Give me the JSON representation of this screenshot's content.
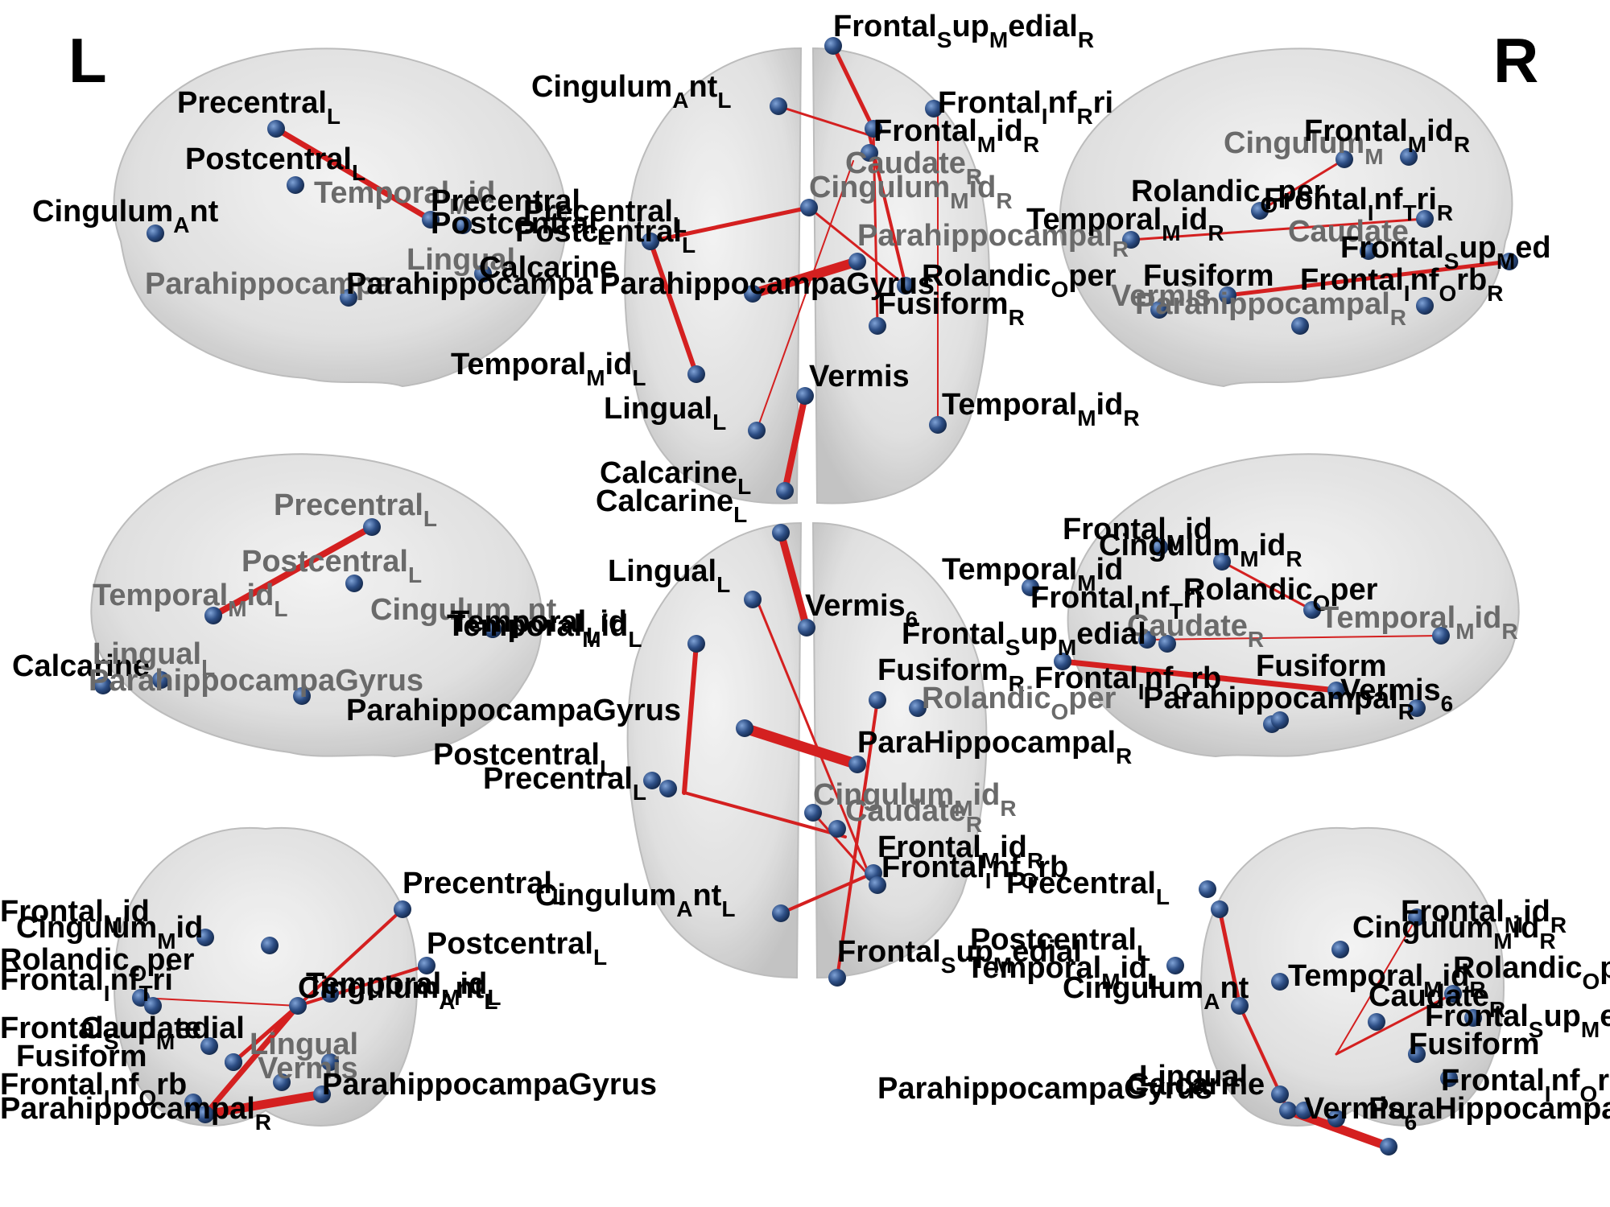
{
  "hemisphere_labels": {
    "left": "L",
    "right": "R"
  },
  "colors": {
    "edge": "#d42020",
    "node": "#2e4f86",
    "brain": "#d9d9d9"
  },
  "views": [
    {
      "id": "left-sagittal-top",
      "labels": [
        {
          "text": "Precentral",
          "sub": "L",
          "node": true,
          "dim": false
        },
        {
          "text": "Postcentral",
          "sub": "L",
          "node": true,
          "dim": false
        },
        {
          "text": "Temporal",
          "sub": "M",
          "tail": "id",
          "node": true,
          "dim": true
        },
        {
          "text": "Cingulum",
          "sub": "A",
          "tail": "nt",
          "node": true,
          "dim": false
        },
        {
          "text": "Lingual",
          "sub": "",
          "node": true,
          "dim": true
        },
        {
          "text": "Parahippocampa",
          "sub": "",
          "node": true,
          "dim": true
        },
        {
          "text": "Parahippocampa",
          "sub": "",
          "node": false,
          "dim": false
        },
        {
          "text": "Precentral",
          "sub": "",
          "node": false,
          "dim": false
        },
        {
          "text": "Postcentral",
          "sub": "L",
          "node": true,
          "dim": false
        },
        {
          "text": "Calcarine",
          "sub": "",
          "node": false,
          "dim": false
        }
      ]
    },
    {
      "id": "axial-top",
      "labels": [
        {
          "text": "Frontal",
          "sub": "S",
          "tail": "up",
          "sub2": "M",
          "tail2": "edial",
          "sub3": "R",
          "node": true,
          "dim": false
        },
        {
          "text": "Cingulum",
          "sub": "A",
          "tail": "nt",
          "sub2": "L",
          "node": true,
          "dim": false
        },
        {
          "text": "Frontal",
          "sub": "M",
          "tail": "id",
          "sub2": "R",
          "node": true,
          "dim": false
        },
        {
          "text": "Frontal",
          "sub": "I",
          "tail": "nf",
          "sub2": "R",
          "tail2": "ri",
          "node": true,
          "dim": false
        },
        {
          "text": "Caudate",
          "sub": "R",
          "node": true,
          "dim": true
        },
        {
          "text": "Cingulum",
          "sub": "M",
          "tail": "id",
          "sub2": "R",
          "node": true,
          "dim": true
        },
        {
          "text": "Precentral",
          "sub": "L",
          "node": true,
          "dim": false
        },
        {
          "text": "Postcentral",
          "sub": "L",
          "node": true,
          "dim": false
        },
        {
          "text": "Parahippocampal",
          "sub": "R",
          "node": true,
          "dim": true
        },
        {
          "text": "ParahippocampaGyrus",
          "sub": "",
          "node": true,
          "dim": false
        },
        {
          "text": "Rolandic",
          "sub": "O",
          "tail": "per",
          "node": true,
          "dim": false
        },
        {
          "text": "Fusiform",
          "sub": "R",
          "node": true,
          "dim": false
        },
        {
          "text": "Temporal",
          "sub": "M",
          "tail": "id",
          "sub2": "L",
          "node": true,
          "dim": false
        },
        {
          "text": "Vermis",
          "sub": "",
          "node": true,
          "dim": false
        },
        {
          "text": "Lingual",
          "sub": "L",
          "node": true,
          "dim": false
        },
        {
          "text": "Temporal",
          "sub": "M",
          "tail": "id",
          "sub2": "R",
          "node": true,
          "dim": false
        },
        {
          "text": "Calcarine",
          "sub": "L",
          "node": true,
          "dim": false
        }
      ]
    },
    {
      "id": "right-sagittal-top",
      "labels": [
        {
          "text": "Cingulum",
          "sub": "M",
          "node": true,
          "dim": true
        },
        {
          "text": "Frontal",
          "sub": "M",
          "tail": "id",
          "sub2": "R",
          "node": true,
          "dim": false
        },
        {
          "text": "Rolandic",
          "sub": "O",
          "tail": "per",
          "node": true,
          "dim": false
        },
        {
          "text": "Frontal",
          "sub": "I",
          "tail": "nf",
          "sub2": "T",
          "tail2": "ri",
          "sub3": "R",
          "node": true,
          "dim": false
        },
        {
          "text": "Temporal",
          "sub": "M",
          "tail": "id",
          "sub2": "R",
          "node": true,
          "dim": false
        },
        {
          "text": "Caudate",
          "sub": "",
          "node": true,
          "dim": true
        },
        {
          "text": "Frontal",
          "sub": "S",
          "tail": "up",
          "sub2": "M",
          "tail2": "ed",
          "node": true,
          "dim": false
        },
        {
          "text": "Fusiform",
          "sub": "",
          "node": true,
          "dim": false
        },
        {
          "text": "Vermis",
          "sub": "",
          "node": true,
          "dim": true
        },
        {
          "text": "Frontal",
          "sub": "I",
          "tail": "nf",
          "sub2": "O",
          "tail2": "rb",
          "sub3": "R",
          "node": true,
          "dim": false
        },
        {
          "text": "Parahippocampal",
          "sub": "R",
          "node": true,
          "dim": true
        }
      ]
    },
    {
      "id": "left-sagittal-middle",
      "labels": [
        {
          "text": "Precentral",
          "sub": "L",
          "node": true,
          "dim": true
        },
        {
          "text": "Postcentral",
          "sub": "L",
          "node": true,
          "dim": true
        },
        {
          "text": "Temporal",
          "sub": "M",
          "tail": "id",
          "sub2": "L",
          "node": true,
          "dim": true
        },
        {
          "text": "Cingulum",
          "sub": "A",
          "tail": "nt",
          "node": true,
          "dim": true
        },
        {
          "text": "Temporal",
          "sub": "L",
          "tail": "id",
          "node": true,
          "dim": false
        },
        {
          "text": "Calcarine",
          "sub": "",
          "node": true,
          "dim": false
        },
        {
          "text": "Lingual",
          "sub": "L",
          "node": true,
          "dim": true
        },
        {
          "text": "ParahippocampaGyrus",
          "sub": "",
          "node": true,
          "dim": true
        }
      ]
    },
    {
      "id": "axial-bottom",
      "labels": [
        {
          "text": "Calcarine",
          "sub": "L",
          "node": true,
          "dim": false
        },
        {
          "text": "Lingual",
          "sub": "L",
          "node": true,
          "dim": false
        },
        {
          "text": "Vermis",
          "sub": "6",
          "node": true,
          "dim": false
        },
        {
          "text": "Temporal",
          "sub": "M",
          "tail": "id",
          "sub2": "L",
          "node": true,
          "dim": false
        },
        {
          "text": "Fusiform",
          "sub": "R",
          "node": true,
          "dim": false
        },
        {
          "text": "Rolandic",
          "sub": "O",
          "tail": "per",
          "node": true,
          "dim": true
        },
        {
          "text": "ParahippocampaGyrus",
          "sub": "",
          "node": true,
          "dim": false
        },
        {
          "text": "ParaHippocampal",
          "sub": "R",
          "node": true,
          "dim": false
        },
        {
          "text": "Postcentral",
          "sub": "L",
          "node": true,
          "dim": false
        },
        {
          "text": "Precentral",
          "sub": "L",
          "node": true,
          "dim": false
        },
        {
          "text": "Cingulum",
          "sub": "M",
          "tail": "id",
          "sub2": "R",
          "node": true,
          "dim": true
        },
        {
          "text": "Caudate",
          "sub": "R",
          "node": true,
          "dim": true
        },
        {
          "text": "Frontal",
          "sub": "M",
          "tail": "id",
          "sub2": "R",
          "node": true,
          "dim": false
        },
        {
          "text": "Frontal",
          "sub": "I",
          "tail": "nf",
          "sub2": "O",
          "tail2": "rb",
          "node": true,
          "dim": false
        },
        {
          "text": "Cingulum",
          "sub": "A",
          "tail": "nt",
          "sub2": "L",
          "node": true,
          "dim": false
        },
        {
          "text": "Frontal",
          "sub": "S",
          "tail": "up",
          "sub2": "M",
          "tail2": "edial",
          "node": true,
          "dim": false
        }
      ]
    },
    {
      "id": "right-sagittal-middle",
      "labels": [
        {
          "text": "Frontal",
          "sub": "M",
          "tail": "id",
          "node": true,
          "dim": false
        },
        {
          "text": "Cingulum",
          "sub": "M",
          "tail": "id",
          "sub2": "R",
          "node": true,
          "dim": false
        },
        {
          "text": "Temporal",
          "sub": "M",
          "tail": "id",
          "node": true,
          "dim": false
        },
        {
          "text": "Frontal",
          "sub": "I",
          "tail": "nf",
          "sub2": "T",
          "tail2": "ri",
          "node": true,
          "dim": false
        },
        {
          "text": "Rolandic",
          "sub": "O",
          "tail": "per",
          "node": true,
          "dim": false
        },
        {
          "text": "Caudate",
          "sub": "R",
          "node": true,
          "dim": true
        },
        {
          "text": "Temporal",
          "sub": "M",
          "tail": "id",
          "sub2": "R",
          "node": true,
          "dim": true
        },
        {
          "text": "Frontal",
          "sub": "S",
          "tail": "up",
          "sub2": "M",
          "tail2": "edial",
          "node": true,
          "dim": false
        },
        {
          "text": "Frontal",
          "sub": "I",
          "tail": "nf",
          "sub2": "O",
          "tail2": "rb",
          "node": true,
          "dim": false
        },
        {
          "text": "Fusiform",
          "sub": "",
          "node": true,
          "dim": false
        },
        {
          "text": "Vermis",
          "sub": "6",
          "node": true,
          "dim": false
        },
        {
          "text": "Parahippocampal",
          "sub": "R",
          "node": true,
          "dim": false
        }
      ]
    },
    {
      "id": "coronal-left",
      "labels": [
        {
          "text": "Frontal",
          "sub": "M",
          "tail": "id",
          "node": true,
          "dim": false
        },
        {
          "text": "Cingulum",
          "sub": "M",
          "tail": "id",
          "node": true,
          "dim": false
        },
        {
          "text": "Precentral",
          "sub": "L",
          "node": true,
          "dim": false
        },
        {
          "text": "Postcentral",
          "sub": "L",
          "node": true,
          "dim": false
        },
        {
          "text": "Rolandic",
          "sub": "O",
          "tail": "per",
          "node": true,
          "dim": false
        },
        {
          "text": "Frontal",
          "sub": "I",
          "tail": "nf",
          "sub2": "T",
          "tail2": "ri",
          "node": true,
          "dim": false
        },
        {
          "text": "Temporal",
          "sub": "M",
          "tail": "id",
          "sub2": "L",
          "node": true,
          "dim": false
        },
        {
          "text": "Cingulum",
          "sub": "A",
          "tail": "nt",
          "sub2": "L",
          "node": true,
          "dim": false
        },
        {
          "text": "Frontal",
          "sub": "S",
          "tail": "up",
          "sub2": "M",
          "tail2": "edial",
          "node": true,
          "dim": false
        },
        {
          "text": "Caudate",
          "sub": "",
          "node": true,
          "dim": false
        },
        {
          "text": "Fusiform",
          "sub": "",
          "node": true,
          "dim": false
        },
        {
          "text": "Lingual",
          "sub": "",
          "node": true,
          "dim": true
        },
        {
          "text": "Frontal",
          "sub": "I",
          "tail": "nf",
          "sub2": "O",
          "tail2": "rb",
          "node": true,
          "dim": false
        },
        {
          "text": "Vermis",
          "sub": "",
          "node": true,
          "dim": true
        },
        {
          "text": "Parahippocampal",
          "sub": "R",
          "node": true,
          "dim": false
        },
        {
          "text": "ParahippocampaGyrus",
          "sub": "",
          "node": true,
          "dim": false
        }
      ]
    },
    {
      "id": "coronal-right",
      "labels": [
        {
          "text": "Cingulum",
          "sub": "M",
          "tail": "id",
          "sub2": "R",
          "node": true,
          "dim": false
        },
        {
          "text": "Frontal",
          "sub": "M",
          "tail": "id",
          "sub2": "R",
          "node": true,
          "dim": false
        },
        {
          "text": "Rolandic",
          "sub": "O",
          "tail": "per",
          "node": true,
          "dim": false
        },
        {
          "text": "Postcentral",
          "sub": "L",
          "node": true,
          "dim": false
        },
        {
          "text": "Precentral",
          "sub": "L",
          "node": true,
          "dim": false
        },
        {
          "text": "Temporal",
          "sub": "M",
          "tail": "id",
          "sub2": "R",
          "node": true,
          "dim": false
        },
        {
          "text": "Cingulum",
          "sub": "A",
          "tail": "nt",
          "node": true,
          "dim": false
        },
        {
          "text": "Temporal",
          "sub": "M",
          "tail": "id",
          "sub2": "L",
          "node": true,
          "dim": false
        },
        {
          "text": "Caudate",
          "sub": "R",
          "node": true,
          "dim": false
        },
        {
          "text": "Frontal",
          "sub": "S",
          "tail": "up",
          "sub2": "M",
          "tail2": "ed",
          "node": true,
          "dim": false
        },
        {
          "text": "Fusiform",
          "sub": "",
          "node": true,
          "dim": false
        },
        {
          "text": "Frontal",
          "sub": "I",
          "tail": "nf",
          "sub2": "O",
          "tail2": "rb",
          "node": true,
          "dim": false
        },
        {
          "text": "ParahippocampaGyrus",
          "sub": "",
          "node": true,
          "dim": false
        },
        {
          "text": "Lingual",
          "sub": "",
          "node": true,
          "dim": false
        },
        {
          "text": "Calcarine",
          "sub": "",
          "node": true,
          "dim": false
        },
        {
          "text": "Vermis",
          "sub": "6",
          "node": true,
          "dim": false
        },
        {
          "text": "ParaHippocampal",
          "sub": "R",
          "node": true,
          "dim": false
        }
      ]
    }
  ]
}
